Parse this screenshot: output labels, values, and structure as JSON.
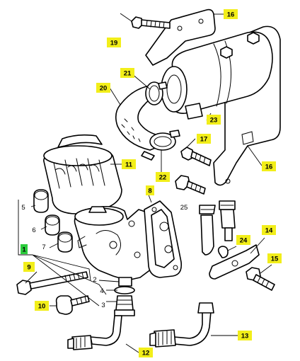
{
  "colors": {
    "callout_yellow": "#f2ee1a",
    "callout_green": "#2bcc3c",
    "line": "#000000",
    "background": "#ffffff"
  },
  "callouts": [
    {
      "id": "c1",
      "text": "1",
      "style": "green"
    },
    {
      "id": "c9",
      "text": "9",
      "style": "yellow"
    },
    {
      "id": "c10",
      "text": "10",
      "style": "yellow"
    },
    {
      "id": "c11",
      "text": "11",
      "style": "yellow"
    },
    {
      "id": "c12",
      "text": "12",
      "style": "yellow"
    },
    {
      "id": "c13",
      "text": "13",
      "style": "yellow"
    },
    {
      "id": "c14",
      "text": "14",
      "style": "yellow"
    },
    {
      "id": "c15",
      "text": "15",
      "style": "yellow"
    },
    {
      "id": "c16a",
      "text": "16",
      "style": "yellow"
    },
    {
      "id": "c16b",
      "text": "16",
      "style": "yellow"
    },
    {
      "id": "c17",
      "text": "17",
      "style": "yellow"
    },
    {
      "id": "c19",
      "text": "19",
      "style": "yellow"
    },
    {
      "id": "c20",
      "text": "20",
      "style": "yellow"
    },
    {
      "id": "c21",
      "text": "21",
      "style": "yellow"
    },
    {
      "id": "c22",
      "text": "22",
      "style": "yellow"
    },
    {
      "id": "c23",
      "text": "23",
      "style": "yellow"
    },
    {
      "id": "c24",
      "text": "24",
      "style": "yellow"
    },
    {
      "id": "c8",
      "text": "8",
      "style": "yellow"
    }
  ],
  "plain_labels": [
    {
      "id": "p2",
      "text": "2"
    },
    {
      "id": "p3",
      "text": "3"
    },
    {
      "id": "p4",
      "text": "4"
    },
    {
      "id": "p5",
      "text": "5"
    },
    {
      "id": "p6",
      "text": "6"
    },
    {
      "id": "p7",
      "text": "7"
    },
    {
      "id": "p25",
      "text": "25"
    }
  ]
}
